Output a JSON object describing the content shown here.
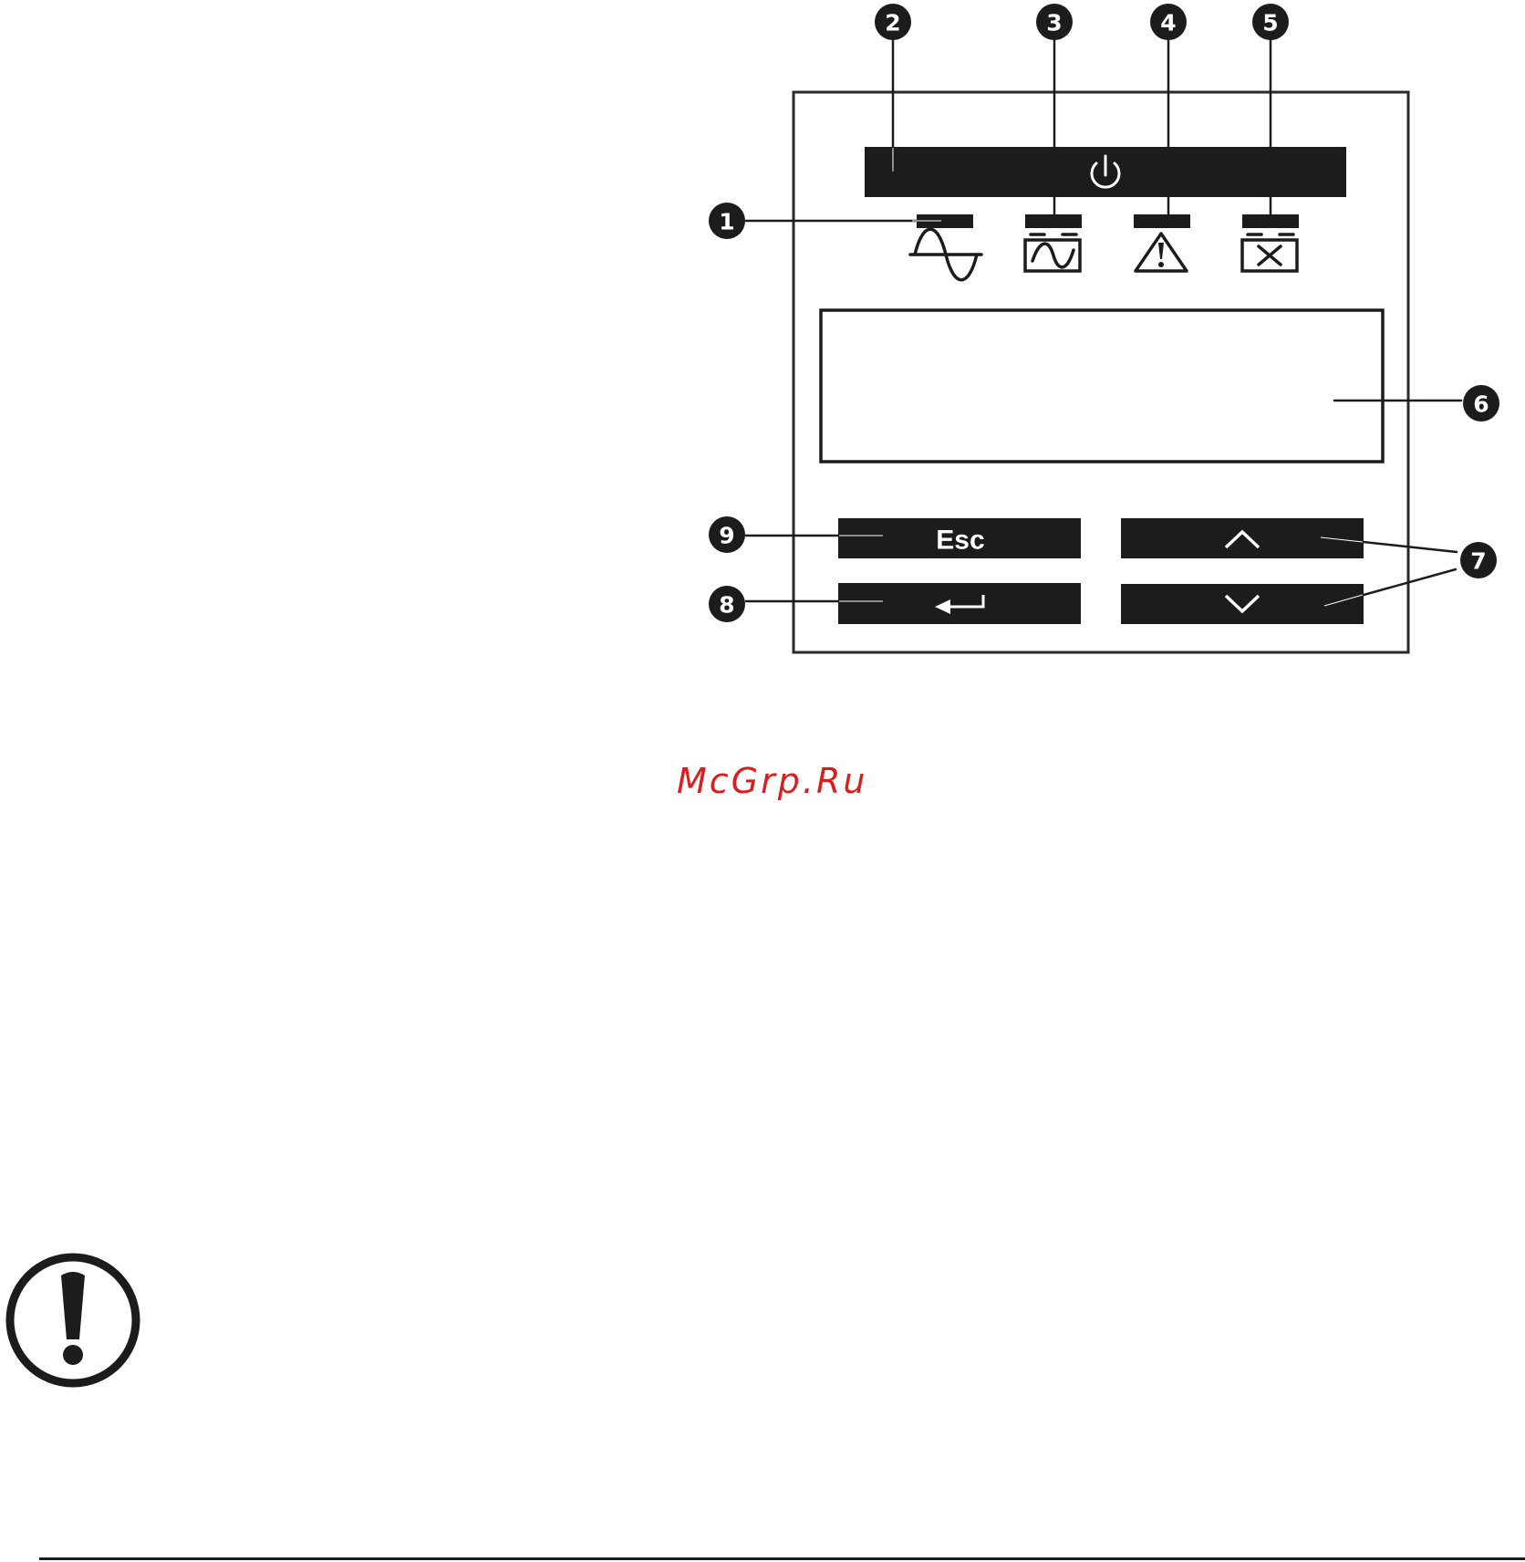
{
  "colors": {
    "ink": "#1c1c1c",
    "panel_border": "#2a2a2a",
    "watermark": "#d62020"
  },
  "panel": {
    "power_button": {
      "icon": "power-icon"
    },
    "indicators": [
      {
        "id": "1",
        "icon": "online-sine-wave-icon"
      },
      {
        "id": "3",
        "icon": "on-battery-icon"
      },
      {
        "id": "4",
        "icon": "warning-triangle-icon"
      },
      {
        "id": "5",
        "icon": "replace-battery-icon"
      }
    ],
    "buttons": {
      "esc_label": "Esc",
      "enter": {
        "icon": "enter-arrow-icon"
      },
      "up": {
        "icon": "chevron-up-icon"
      },
      "down": {
        "icon": "chevron-down-icon"
      }
    }
  },
  "callouts": [
    {
      "label": "1"
    },
    {
      "label": "2"
    },
    {
      "label": "3"
    },
    {
      "label": "4"
    },
    {
      "label": "5"
    },
    {
      "label": "6"
    },
    {
      "label": "7"
    },
    {
      "label": "8"
    },
    {
      "label": "9"
    }
  ],
  "watermark": "McGrp.Ru",
  "notice": {
    "icon": "exclamation-circle-icon"
  }
}
